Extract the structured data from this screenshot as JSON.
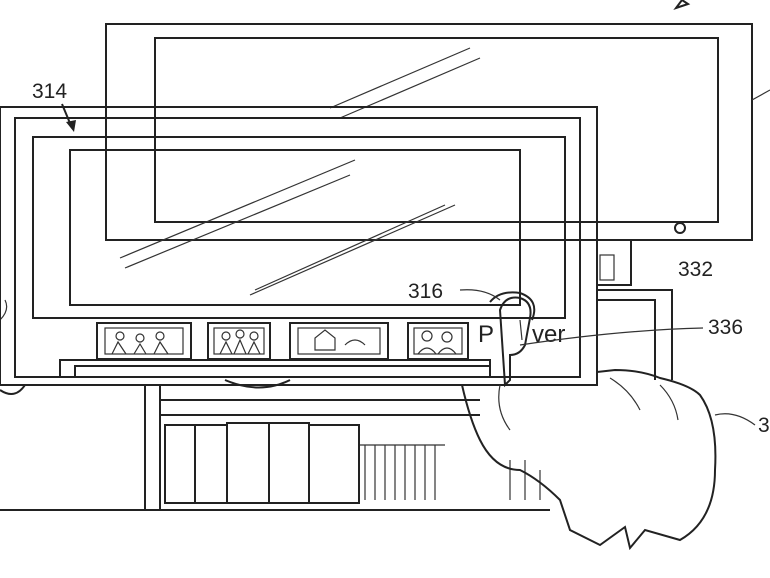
{
  "figure": {
    "labels": {
      "tablet": "314",
      "touch_point": "316",
      "finger": "336",
      "tv_button": "332",
      "hand_partial": "3"
    },
    "screen_text_visible_left": "P",
    "screen_text_visible_right": "ver",
    "thumbnails": [
      "family-photo",
      "group-photo",
      "house-photo",
      "couple-photo"
    ]
  }
}
